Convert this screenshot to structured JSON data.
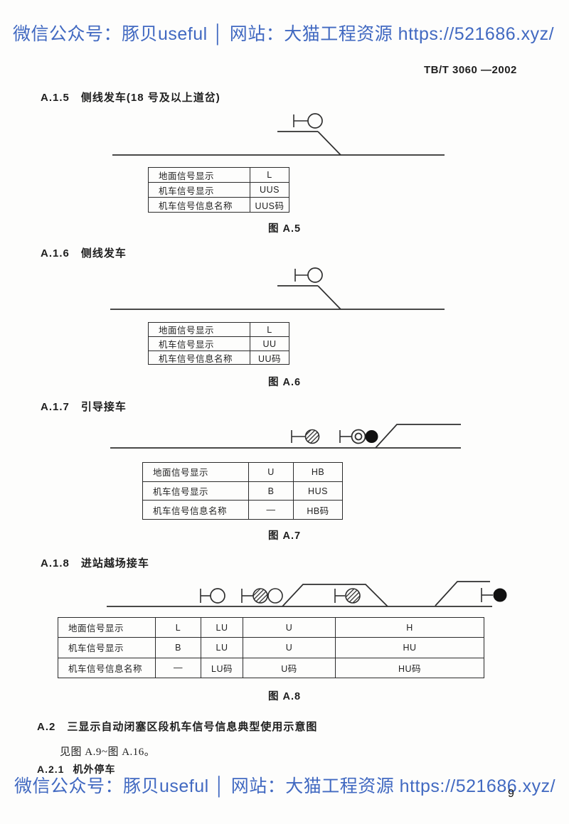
{
  "page": {
    "number": "9",
    "doc_number": "TB/T 3060 —2002"
  },
  "watermark": {
    "text": "微信公众号：豚贝useful │ 网站：大猫工程资源 https://521686.xyz/",
    "color": "#4169c1"
  },
  "sections": [
    {
      "num": "A.1.5",
      "title": "侧线发车(18 号及以上道岔)",
      "figure": "图 A.5",
      "table": {
        "rows": [
          [
            "地面信号显示",
            "L"
          ],
          [
            "机车信号显示",
            "UUS"
          ],
          [
            "机车信号信息名称",
            "UUS码"
          ]
        ]
      }
    },
    {
      "num": "A.1.6",
      "title": "侧线发车",
      "figure": "图 A.6",
      "table": {
        "rows": [
          [
            "地面信号显示",
            "L"
          ],
          [
            "机车信号显示",
            "UU"
          ],
          [
            "机车信号信息名称",
            "UU码"
          ]
        ]
      }
    },
    {
      "num": "A.1.7",
      "title": "引导接车",
      "figure": "图 A.7",
      "table": {
        "rows": [
          [
            "地面信号显示",
            "U",
            "HB"
          ],
          [
            "机车信号显示",
            "B",
            "HUS"
          ],
          [
            "机车信号信息名称",
            "—",
            "HB码"
          ]
        ]
      }
    },
    {
      "num": "A.1.8",
      "title": "进站越场接车",
      "figure": "图 A.8",
      "table": {
        "rows": [
          [
            "地面信号显示",
            "L",
            "LU",
            "U",
            "H"
          ],
          [
            "机车信号显示",
            "B",
            "LU",
            "U",
            "HU"
          ],
          [
            "机车信号信息名称",
            "—",
            "LU码",
            "U码",
            "HU码"
          ]
        ]
      }
    }
  ],
  "a2": {
    "num": "A.2",
    "title": "三显示自动闭塞区段机车信号信息典型使用示意图",
    "note": "见图 A.9~图 A.16。"
  },
  "a21": {
    "num": "A.2.1",
    "title": "机外停车"
  }
}
